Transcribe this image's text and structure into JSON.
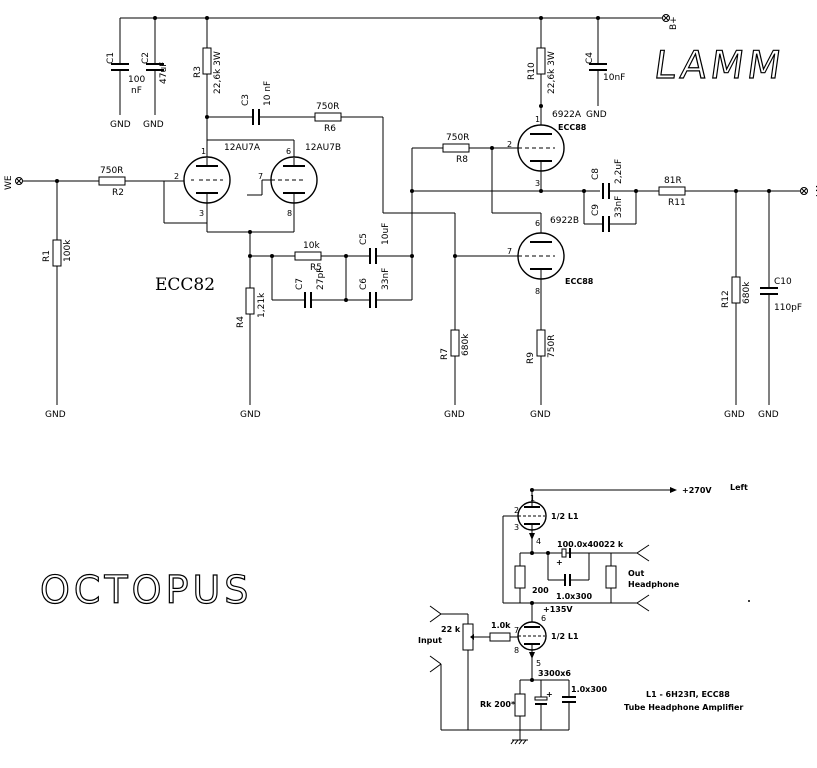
{
  "brands": {
    "top": "LAMM",
    "bottom": "OCTOPUS"
  },
  "lamm": {
    "terminals": {
      "input": "WE",
      "output": "WY",
      "supply": "B+"
    },
    "ground": "GND",
    "tube_group_label": "ECC82",
    "tubes": {
      "v1a": "12AU7A",
      "v1b": "12AU7B",
      "v2a": "6922A",
      "v2a_type": "ECC88",
      "v2b": "6922B",
      "v2b_type": "ECC88"
    },
    "resistors": {
      "R1": {
        "name": "R1",
        "value": "100k"
      },
      "R2": {
        "name": "R2",
        "value": "750R"
      },
      "R3": {
        "name": "R3",
        "value": "22,6k 3W"
      },
      "R4": {
        "name": "R4",
        "value": "1,21k"
      },
      "R5": {
        "name": "R5",
        "value": "10k"
      },
      "R6": {
        "name": "R6",
        "value": "750R"
      },
      "R7": {
        "name": "R7",
        "value": "680k"
      },
      "R8": {
        "name": "R8",
        "value": "750R"
      },
      "R9": {
        "name": "R9",
        "value": "750R"
      },
      "R10": {
        "name": "R10",
        "value": "22,6k 3W"
      },
      "R11": {
        "name": "R11",
        "value": "81R"
      },
      "R12": {
        "name": "R12",
        "value": "680k"
      }
    },
    "capacitors": {
      "C1": {
        "name": "C1",
        "value_a": "100",
        "value_b": "nF"
      },
      "C2": {
        "name": "C2",
        "value": "47uF"
      },
      "C3": {
        "name": "C3",
        "value": "10 nF"
      },
      "C4": {
        "name": "C4",
        "value": "10nF"
      },
      "C5": {
        "name": "C5",
        "value": "10uF"
      },
      "C6": {
        "name": "C6",
        "value": "33nF"
      },
      "C7": {
        "name": "C7",
        "value": "27pF"
      },
      "C8": {
        "name": "C8",
        "value": "2,2uF"
      },
      "C9": {
        "name": "C9",
        "value": "33nF"
      },
      "C10": {
        "name": "C10",
        "value": "110pF"
      }
    }
  },
  "octopus": {
    "supply": "+270V",
    "channel": "Left",
    "tube_half": "1/2 L1",
    "c_big": "100.0x400",
    "c_par": "1.0x300",
    "r_load": "200",
    "r_out": "22 k",
    "out_label_1": "Out",
    "out_label_2": "Headphone",
    "mid_voltage": "+135V",
    "input_label": "Input",
    "pot": "22 k",
    "r_grid": "1.0k",
    "c_cath": "3300x6",
    "c_cath2": "1.0x300",
    "rk": "Rk 200*",
    "tube_spec": "L1 - 6Н23П, ECC88",
    "caption": "Tube Headphone Amplifier",
    "pins": {
      "p1": "1",
      "p2": "2",
      "p3": "3",
      "p4": "4",
      "p5": "5",
      "p6": "6",
      "p7": "7",
      "p8": "8"
    }
  }
}
